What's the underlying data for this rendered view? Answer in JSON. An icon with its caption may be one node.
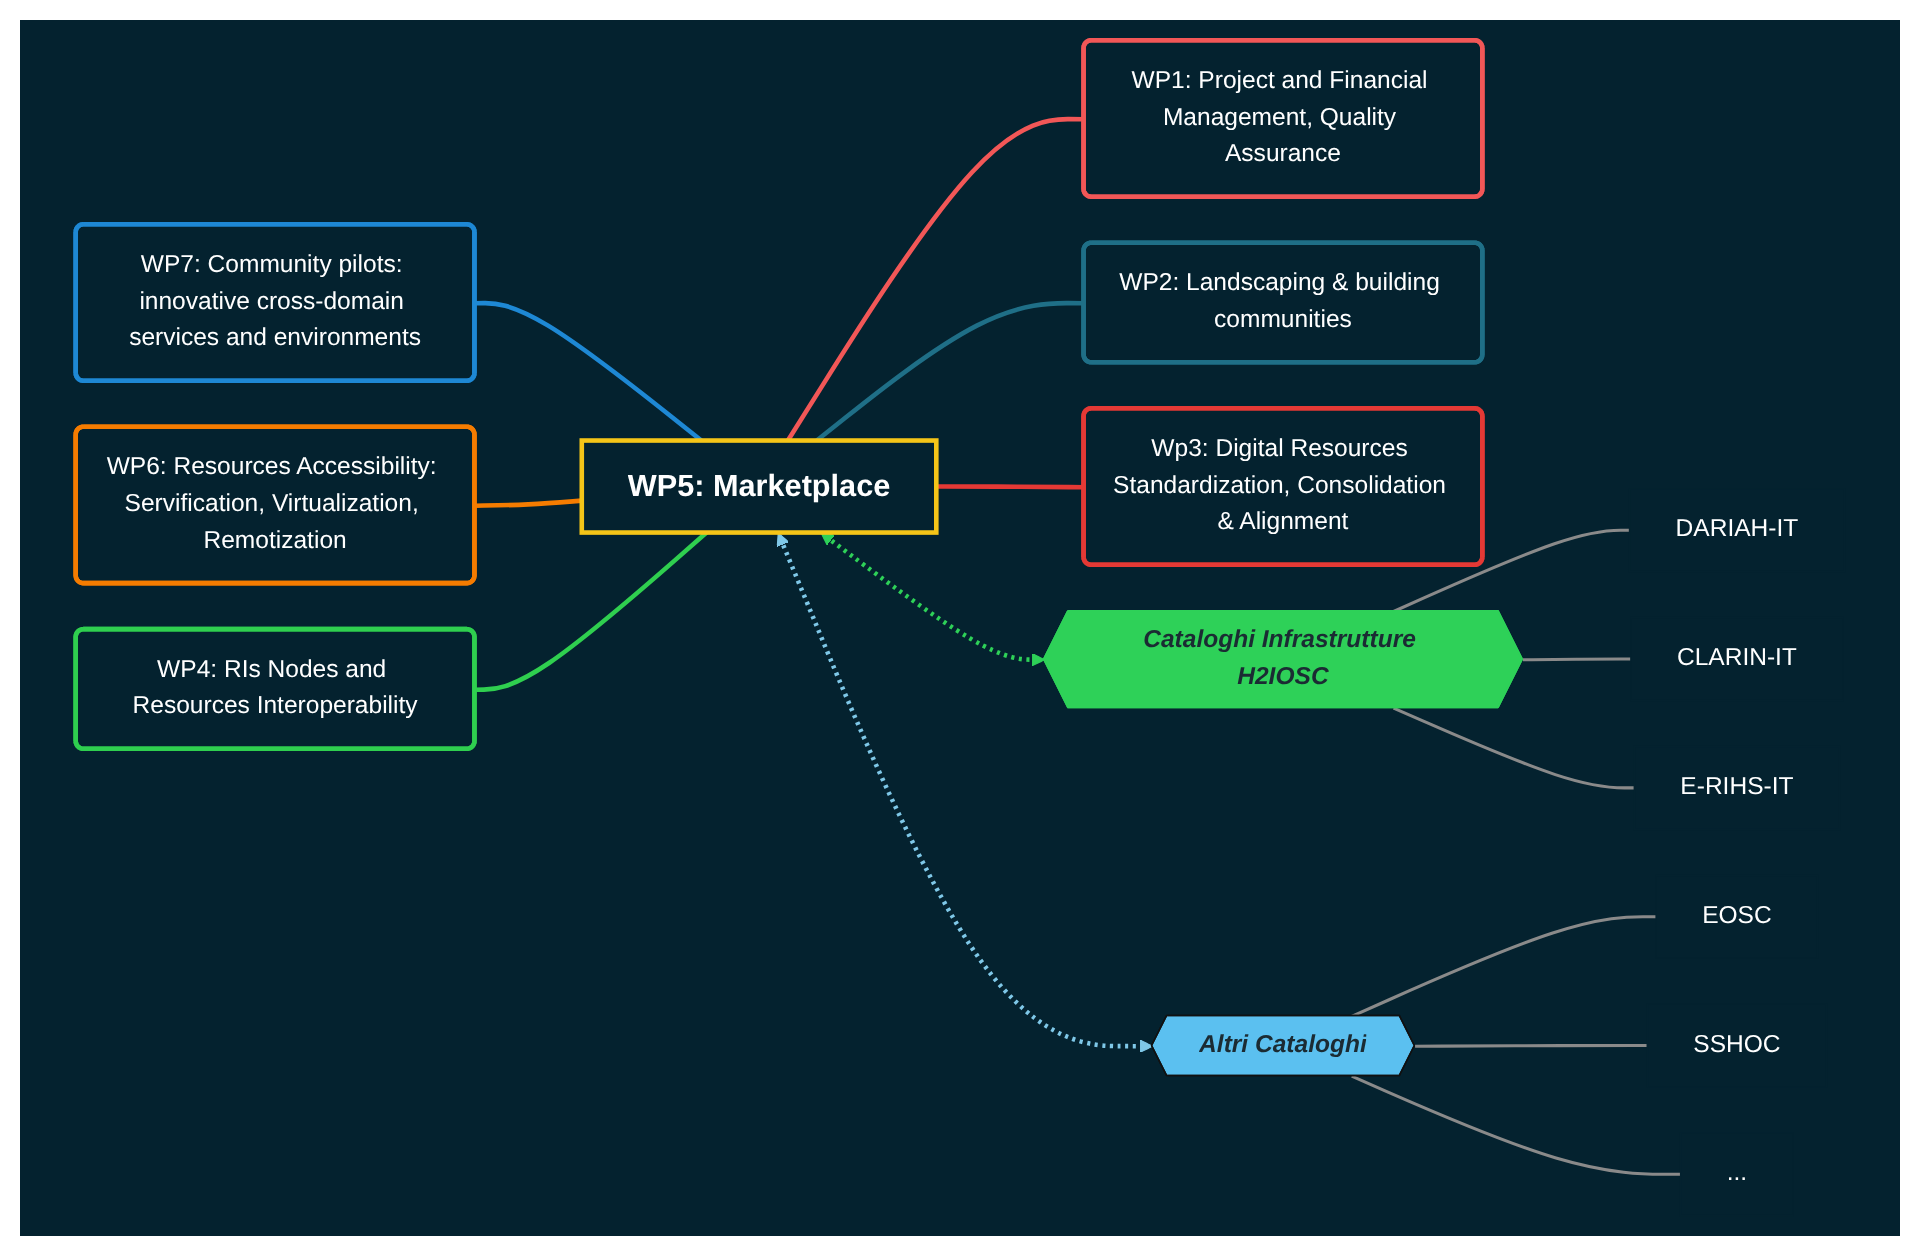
{
  "diagram": {
    "nodes": [
      {
        "text": [
          "WP5: Marketplace"
        ]
      },
      {
        "text": [
          "WP7: Community pilots: innovative cross-domain services and environments"
        ]
      },
      {
        "text": [
          "WP1: Project and Financial Management, Quality Assurance"
        ]
      },
      {
        "text": [
          "WP6: Resources Accessibility: Servification, Virtualization, Remotization"
        ]
      },
      {
        "text": [
          "WP2: Landscaping & building communities"
        ]
      },
      {
        "text": [
          "WP4: RIs Nodes and Resources Interoperability"
        ]
      },
      {
        "text": [
          "Wp3: Digital Resources Standardization, Consolidation & Alignment"
        ]
      },
      {
        "text": [
          "Cataloghi Infrastrutture H2IOSC"
        ]
      },
      {
        "text": [
          "Altri Cataloghi"
        ]
      },
      {
        "text": [
          "DARIAH-IT"
        ]
      },
      {
        "text": [
          "CLARIN-IT"
        ]
      },
      {
        "text": [
          "E-RIHS-IT"
        ]
      },
      {
        "text": [
          "EOSC"
        ]
      },
      {
        "text": [
          "SSHOC"
        ]
      },
      {
        "text": [
          "..."
        ]
      }
    ],
    "edges": [
      {
        "from": 1,
        "to": 0,
        "arrow": "none",
        "color": "#1e88d4"
      },
      {
        "from": 0,
        "to": 2,
        "arrow": "none",
        "color": "#f25757"
      },
      {
        "from": 3,
        "to": 0,
        "arrow": "none",
        "color": "#f57c00"
      },
      {
        "from": 0,
        "to": 4,
        "arrow": "none",
        "color": "#1f6f87"
      },
      {
        "from": 5,
        "to": 0,
        "arrow": "none",
        "color": "#2fcf4f"
      },
      {
        "from": 0,
        "to": 6,
        "arrow": "none",
        "color": "#e53935"
      },
      {
        "from": 0,
        "to": 7,
        "arrow": "both",
        "style": "dashed",
        "color": "#2ed158"
      },
      {
        "from": 0,
        "to": 8,
        "arrow": "both",
        "style": "dashed",
        "color": "#7fc8e8"
      },
      {
        "from": 7,
        "to": 9,
        "arrow": "none"
      },
      {
        "from": 7,
        "to": 10,
        "arrow": "none"
      },
      {
        "from": 7,
        "to": 11,
        "arrow": "none"
      },
      {
        "from": 8,
        "to": 12,
        "arrow": "none"
      },
      {
        "from": 8,
        "to": 13,
        "arrow": "none"
      },
      {
        "from": 8,
        "to": 14,
        "arrow": "none"
      }
    ]
  }
}
